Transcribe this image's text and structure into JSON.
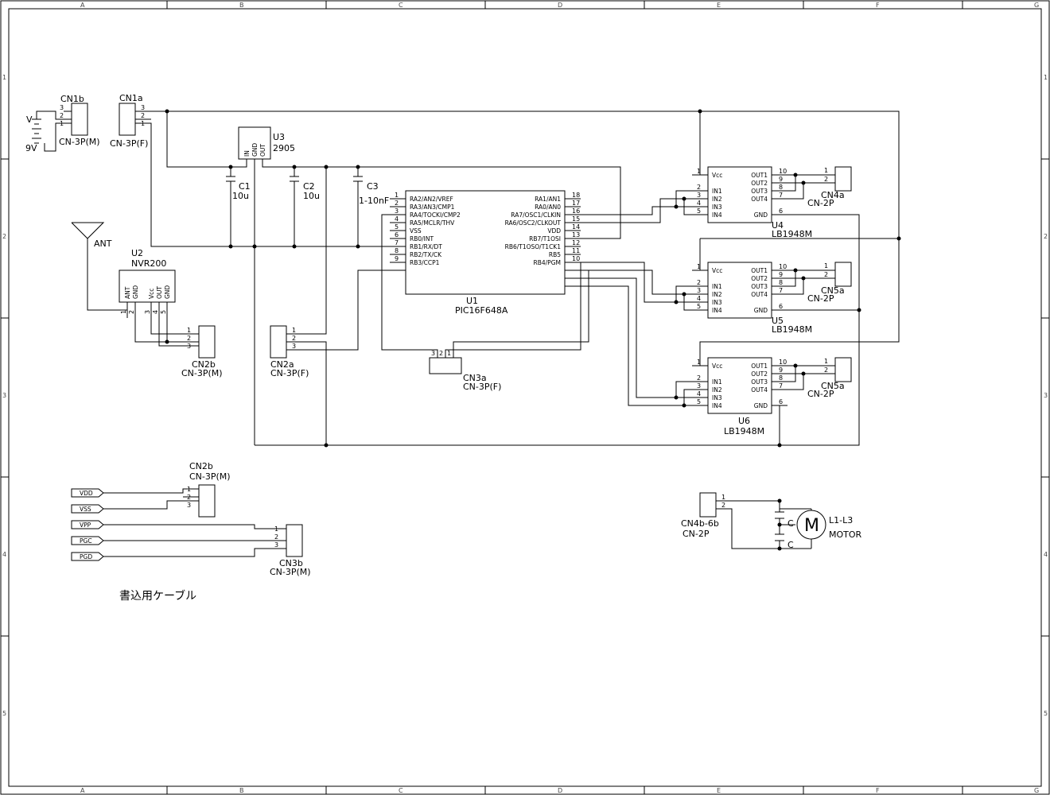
{
  "frame": {
    "columns": [
      "A",
      "B",
      "C",
      "D",
      "E",
      "F",
      "G"
    ],
    "rows": [
      "1",
      "2",
      "3",
      "4",
      "5"
    ]
  },
  "battery": {
    "v": "V",
    "volt": "9V"
  },
  "cn1b": {
    "ref": "CN1b",
    "type": "CN-3P(M)",
    "pins": [
      "3",
      "2",
      "1"
    ]
  },
  "cn1a": {
    "ref": "CN1a",
    "type": "CN-3P(F)",
    "pins": [
      "3",
      "2",
      "1"
    ]
  },
  "u3": {
    "ref": "U3",
    "value": "2905",
    "pins": [
      "IN",
      "GND",
      "OUT"
    ]
  },
  "c1": {
    "ref": "C1",
    "value": "10u"
  },
  "c2": {
    "ref": "C2",
    "value": "10u"
  },
  "c3": {
    "ref": "C3",
    "value": "1-10nF"
  },
  "ant": {
    "label": "ANT"
  },
  "u2": {
    "ref": "U2",
    "value": "NVR200",
    "pins": [
      "ANT",
      "GND",
      "Vcc",
      "OUT",
      "GND"
    ],
    "pin_numbers": [
      "1",
      "2",
      "3",
      "4",
      "5"
    ]
  },
  "cn2b_top": {
    "ref": "CN2b",
    "type": "CN-3P(M)",
    "pins": [
      "1",
      "2",
      "3"
    ]
  },
  "cn2a": {
    "ref": "CN2a",
    "type": "CN-3P(F)",
    "pins": [
      "1",
      "2",
      "3"
    ]
  },
  "u1": {
    "ref": "U1",
    "value": "PIC16F648A",
    "left_pins": [
      {
        "num": "1",
        "name": "RA2/AN2/VREF"
      },
      {
        "num": "2",
        "name": "RA3/AN3/CMP1"
      },
      {
        "num": "3",
        "name": "RA4/TOCKI/CMP2"
      },
      {
        "num": "4",
        "name": "RA5/MCLR/THV"
      },
      {
        "num": "5",
        "name": "VSS"
      },
      {
        "num": "6",
        "name": "RB0/INT"
      },
      {
        "num": "7",
        "name": "RB1/RX/DT"
      },
      {
        "num": "8",
        "name": "RB2/TX/CK"
      },
      {
        "num": "9",
        "name": "RB3/CCP1"
      }
    ],
    "right_pins": [
      {
        "num": "18",
        "name": "RA1/AN1"
      },
      {
        "num": "17",
        "name": "RA0/AN0"
      },
      {
        "num": "16",
        "name": "RA7/OSC1/CLKIN"
      },
      {
        "num": "15",
        "name": "RA6/OSC2/CLKOUT"
      },
      {
        "num": "14",
        "name": "VDD"
      },
      {
        "num": "13",
        "name": "RB7/T1OSI"
      },
      {
        "num": "12",
        "name": "RB6/T1OSO/T1CK1"
      },
      {
        "num": "11",
        "name": "RB5"
      },
      {
        "num": "10",
        "name": "RB4/PGM"
      }
    ]
  },
  "cn3a": {
    "ref": "CN3a",
    "type": "CN-3P(F)",
    "pins": [
      "3",
      "2",
      "1"
    ]
  },
  "drivers": {
    "left_pins": [
      {
        "num": "1",
        "name": "Vcc"
      },
      {
        "num": "2",
        "name": "IN1"
      },
      {
        "num": "3",
        "name": "IN2"
      },
      {
        "num": "4",
        "name": "IN3"
      },
      {
        "num": "5",
        "name": "IN4"
      }
    ],
    "right_pins": [
      {
        "num": "10",
        "name": "OUT1"
      },
      {
        "num": "9",
        "name": "OUT2"
      },
      {
        "num": "8",
        "name": "OUT3"
      },
      {
        "num": "7",
        "name": "OUT4"
      },
      {
        "num": "6",
        "name": "GND"
      }
    ],
    "units": [
      {
        "ref": "U4",
        "value": "LB1948M"
      },
      {
        "ref": "U5",
        "value": "LB1948M"
      },
      {
        "ref": "U6",
        "value": "LB1948M"
      }
    ]
  },
  "cn4a": {
    "ref": "CN4a",
    "type": "CN-2P",
    "pins": [
      "1",
      "2"
    ]
  },
  "cn5a_1": {
    "ref": "CN5a",
    "type": "CN-2P",
    "pins": [
      "1",
      "2"
    ]
  },
  "cn5a_2": {
    "ref": "CN5a",
    "type": "CN-2P",
    "pins": [
      "1",
      "2"
    ]
  },
  "cable": {
    "cn2b": {
      "ref": "CN2b",
      "type": "CN-3P(M)",
      "pins": [
        "1",
        "2",
        "3"
      ]
    },
    "cn3b": {
      "ref": "CN3b",
      "type": "CN-3P(M)",
      "pins": [
        "1",
        "2",
        "3"
      ]
    },
    "nets": [
      "VDD",
      "VSS",
      "VPP",
      "PGC",
      "PGD"
    ],
    "caption": "書込用ケーブル"
  },
  "motor": {
    "connector": {
      "ref": "CN4b-6b",
      "type": "CN-2P",
      "pins": [
        "1",
        "2"
      ]
    },
    "cap": "C",
    "ref": "L1-L3",
    "value": "MOTOR",
    "symbol": "M"
  }
}
